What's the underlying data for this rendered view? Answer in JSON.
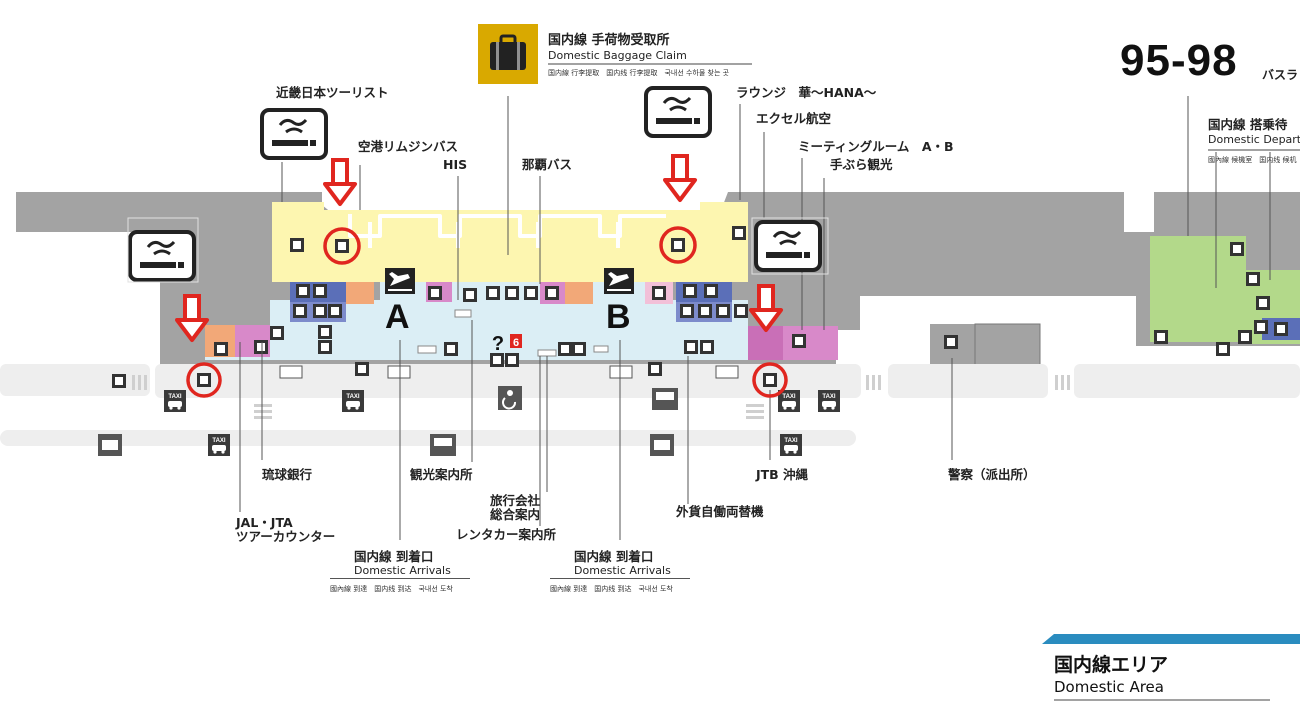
{
  "baggage_claim": {
    "icon": "suitcase-icon",
    "title_jp": "国内線 手荷物受取所",
    "title_en": "Domestic Baggage Claim",
    "multilingual": "国内線 行李提取　国内线 行李提取　국내선 수하물 찾는 곳"
  },
  "bus_stop": {
    "number": "95-98",
    "suffix": "バスラ"
  },
  "departures": {
    "title_jp": "国内線 搭乗待",
    "title_en": "Domestic Departu",
    "multilingual": "國內線 候機室　国内线 候机"
  },
  "facilities": {
    "kinki": "近畿日本ツーリスト",
    "limousine": "空港リムジンバス",
    "his": "HIS",
    "naha_bus": "那覇バス",
    "lounge": "ラウンジ　華〜HANA〜",
    "excel": "エクセル航空",
    "meeting": "ミーティングルーム　A・B",
    "tebura": "手ぶら観光",
    "ryukyu_bank": "琉球銀行",
    "jal_jta_1": "JAL・JTA",
    "jal_jta_2": "ツアーカウンター",
    "tourist_info": "観光案内所",
    "travel_1": "旅行会社",
    "travel_2": "総合案内",
    "rental": "レンタカー案内所",
    "currency": "外貨自働両替機",
    "jtb": "JTB 沖縄",
    "police": "警察（派出所）"
  },
  "gates": {
    "a": "A",
    "b": "B"
  },
  "arrivals": [
    {
      "jp": "国内線 到着口",
      "en": "Domestic Arrivals",
      "ml": "國內線 到達　国内线 到达　국내선 도착"
    },
    {
      "jp": "国内線 到着口",
      "en": "Domestic Arrivals",
      "ml": "國內線 到達　国内线 到达　국내선 도착"
    }
  ],
  "legend": {
    "jp": "国内線エリア",
    "en": "Domestic Area"
  },
  "icons": {
    "taxi": "TAXI",
    "smoking": "smoking-area-icon",
    "info": "?",
    "wheelchair": "wheelchair-icon",
    "bus": "bus-icon",
    "arrival_plane": "arrival-plane-icon",
    "toilet": "toilet-icon",
    "restaurant": "restaurant-icon",
    "escalator": "escalator-icon",
    "elevator": "elevator-icon",
    "phone": "phone-icon",
    "atm": "atm-icon"
  },
  "colors": {
    "building": "#a0a0a0",
    "arrivals_hall": "#dbeef5",
    "baggage_area": "#fdf6b0",
    "departures_area": "#b3d98a",
    "toilets": "#5b6fb8",
    "restaurant": "#f2a878",
    "lounge": "#d889c9",
    "highlight": "#e8302a",
    "baggage_sign": "#d9a900",
    "legend_bar": "#2a8cbf"
  }
}
